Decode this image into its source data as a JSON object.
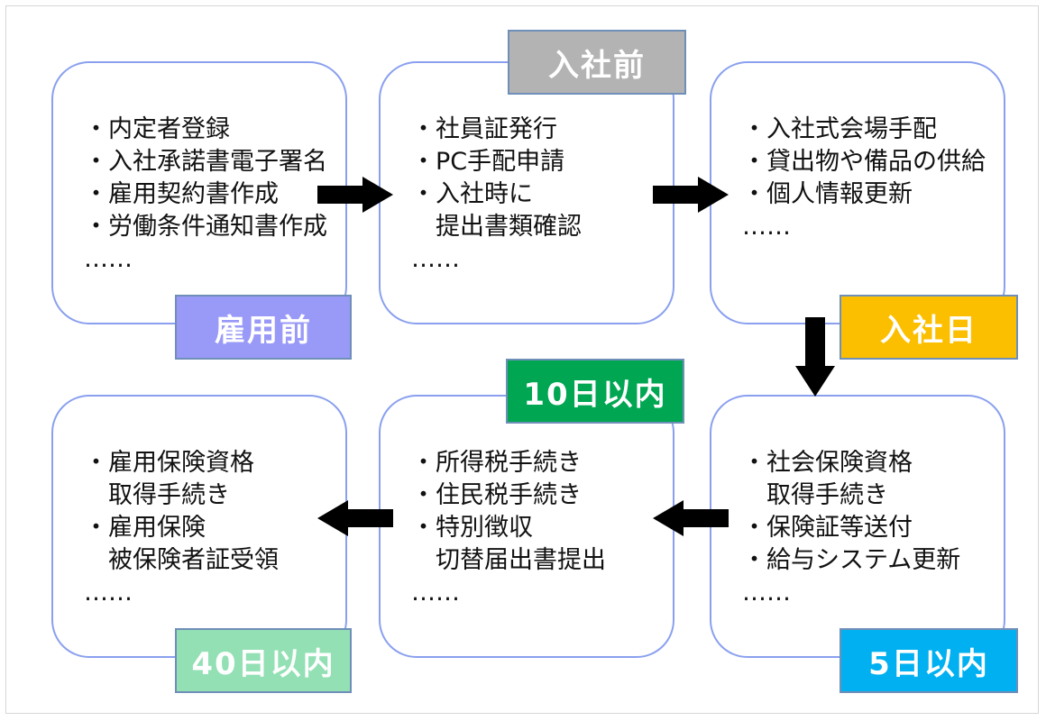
{
  "steps": [
    {
      "label": "雇用前",
      "label_color": "#9999f8",
      "items": [
        "・内定者登録",
        "・入社承諾書電子署名",
        "・雇用契約書作成",
        "・労働条件通知書作成",
        "……"
      ]
    },
    {
      "label": "入社前",
      "label_color": "#b3b3b3",
      "items": [
        "・社員証発行",
        "・PC手配申請",
        "・入社時に",
        "　提出書類確認",
        "……"
      ]
    },
    {
      "label": "入社日",
      "label_color": "#fbbf00",
      "items": [
        "・入社式会場手配",
        "・貸出物や備品の供給",
        "・個人情報更新",
        "……"
      ]
    },
    {
      "label": "5日以内",
      "label_color": "#00b0f0",
      "items": [
        "・社会保険資格",
        "　取得手続き",
        "・保険証等送付",
        "・給与システム更新",
        "……"
      ]
    },
    {
      "label": "10日以内",
      "label_color": "#00a651",
      "items": [
        "・所得税手続き",
        "・住民税手続き",
        "・特別徴収",
        "　切替届出書提出",
        "……"
      ]
    },
    {
      "label": "40日以内",
      "label_color": "#92e0b4",
      "items": [
        "・雇用保険資格",
        "　取得手続き",
        "・雇用保険",
        "　被保険者証受領",
        "……"
      ]
    }
  ],
  "arrow_color": "#000000"
}
